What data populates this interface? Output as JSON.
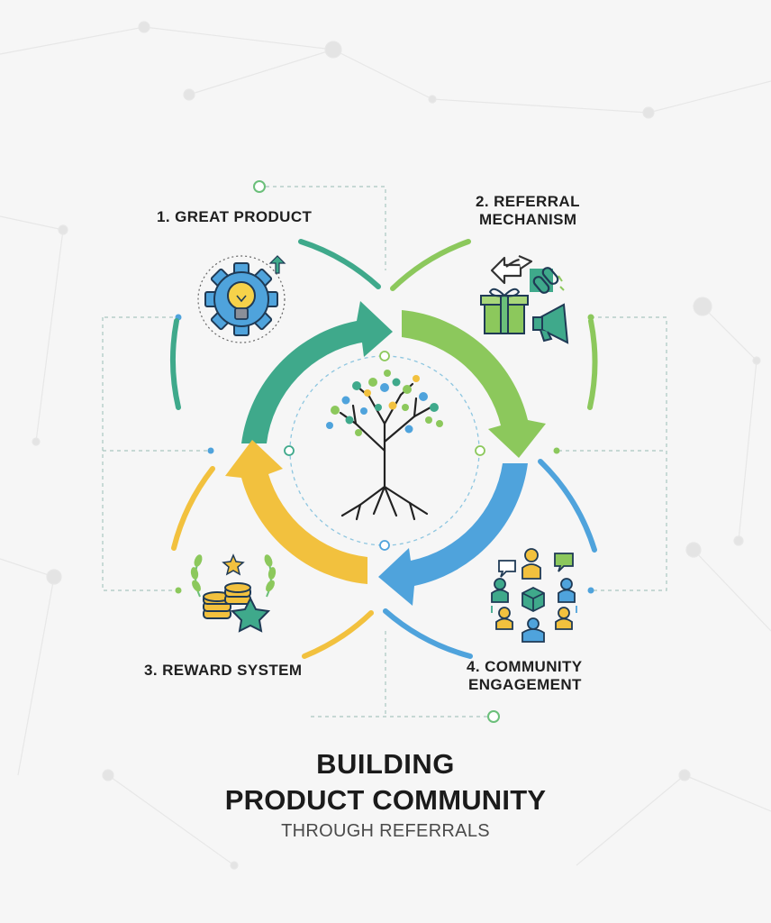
{
  "steps": [
    {
      "number": "1.",
      "line1": "GREAT PRODUCT",
      "line2": ""
    },
    {
      "number": "2.",
      "line1": "REFERRAL",
      "line2": "MECHANISM"
    },
    {
      "number": "3.",
      "line1": "REWARD SYSTEM",
      "line2": ""
    },
    {
      "number": "4.",
      "line1": "COMMUNITY",
      "line2": "ENGAGEMENT"
    }
  ],
  "title": {
    "line1": "BUILDING",
    "line2": "PRODUCT COMMUNITY",
    "subtitle": "THROUGH REFERRALS"
  },
  "colors": {
    "teal": "#3fa98b",
    "green": "#8cc85c",
    "blue": "#4fa3dc",
    "yellow": "#f2c13e",
    "dark": "#222222",
    "background": "#f6f6f6"
  },
  "icons": {
    "center": "tree-icon",
    "step1": "gear-lightbulb-icon",
    "step2": "referral-icons",
    "step3": "coins-star-icon",
    "step4": "community-people-icon"
  }
}
